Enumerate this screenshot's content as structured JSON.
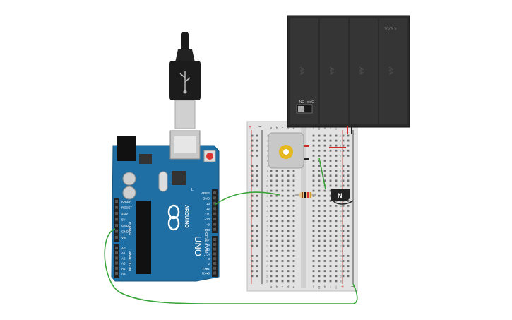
{
  "arduino": {
    "logo_text": "ARDUINO",
    "model": "UNO",
    "power_header_label": "POWER",
    "analog_header_label": "ANALOG IN",
    "digital_header_label": "DIGITAL (PWM~)",
    "power_pins": [
      "IOREF",
      "RESET",
      "3.3V",
      "5V",
      "GND",
      "GND",
      "Vin"
    ],
    "analog_pins": [
      "A0",
      "A1",
      "A2",
      "A3",
      "A4",
      "A5"
    ],
    "digital_pins_top": [
      "AREF",
      "GND",
      "13",
      "12",
      "~11",
      "~10",
      "~9",
      "8"
    ],
    "digital_pins_bottom": [
      "7",
      "~6",
      "~5",
      "4",
      "~3",
      "2",
      "TX▸1",
      "RX◂0"
    ],
    "led_label": "L",
    "colors": {
      "board": "#1f6fa5",
      "header": "#222222"
    }
  },
  "battery": {
    "label": "4 x AA",
    "cell_label": "AA",
    "switch_on_label": "ON",
    "switch_off_label": "OFF",
    "colors": {
      "case": "#2b2b2b"
    }
  },
  "breadboard": {
    "col_letters_left": [
      "a",
      "b",
      "c",
      "d",
      "e"
    ],
    "col_letters_right": [
      "f",
      "g",
      "h",
      "i",
      "j"
    ],
    "row_numbers": [
      "1",
      "2",
      "3",
      "4",
      "5",
      "6",
      "7",
      "8",
      "9",
      "10",
      "11",
      "12",
      "13",
      "14",
      "15",
      "16",
      "17",
      "18",
      "19",
      "20",
      "21",
      "22",
      "23",
      "24",
      "25",
      "26",
      "27",
      "28",
      "29",
      "30"
    ],
    "rail_plus": "+",
    "rail_minus": "−"
  },
  "transistor": {
    "label": "N"
  },
  "wires": {
    "colors": {
      "signal": "#3aa53a",
      "power": "#d12a2a",
      "ground": "#222222"
    }
  }
}
